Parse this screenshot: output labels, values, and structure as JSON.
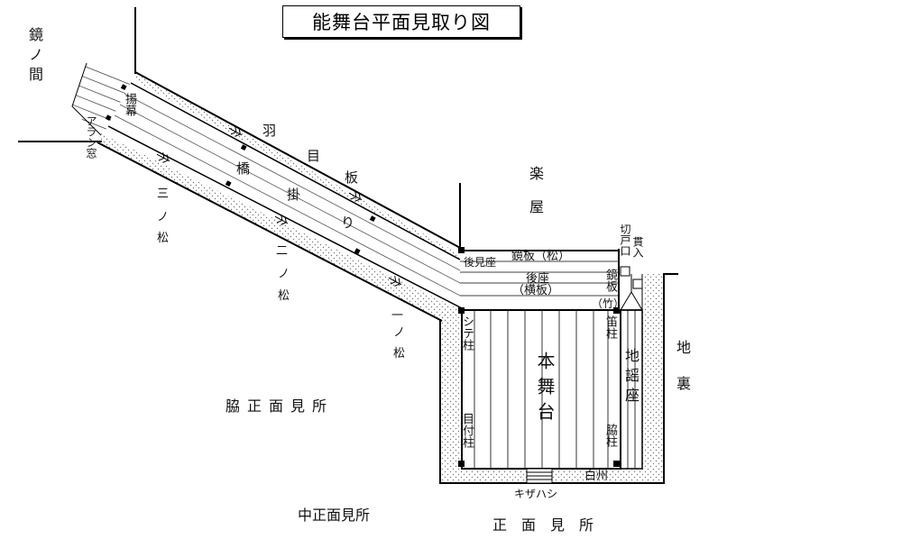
{
  "title": "能舞台平面見取り図",
  "labels": {
    "kagami_no_ma": "鏡ノ間",
    "agemaku": "揚幕",
    "arashimado": "アラシ窓",
    "haame_ita": [
      "羽",
      "目",
      "板"
    ],
    "hashigakari": [
      "橋",
      "掛",
      "り"
    ],
    "san_no_matsu": [
      "三",
      "ノ",
      "松"
    ],
    "ni_no_matsu": [
      "二",
      "ノ",
      "松"
    ],
    "ichi_no_matsu": [
      "一",
      "ノ",
      "松"
    ],
    "gakuya": [
      "楽",
      "屋"
    ],
    "kiritoguchi": "切戸口",
    "nuki_iri": "貫入",
    "ato_kenza": "後見座",
    "kagami_ita_matsu": "鏡板（松）",
    "atoza": "後座",
    "yokoita": "（横板）",
    "kagami_ita_take_1": "鏡板",
    "kagami_ita_take_2": "（竹）",
    "shitebashira": "シテ柱",
    "fuebashira": "笛柱",
    "hon_butai": "本舞台",
    "jiutaiza": "地謡座",
    "metsukebashira": "目付柱",
    "wakibashira": "脇柱",
    "shirasu": "白州",
    "kizahashi": "キザハシ",
    "jiura": [
      "地",
      "裏"
    ],
    "waki_shomen": "脇正面見所",
    "naka_shomen": "中正面見所",
    "shomen": "正面見所"
  }
}
